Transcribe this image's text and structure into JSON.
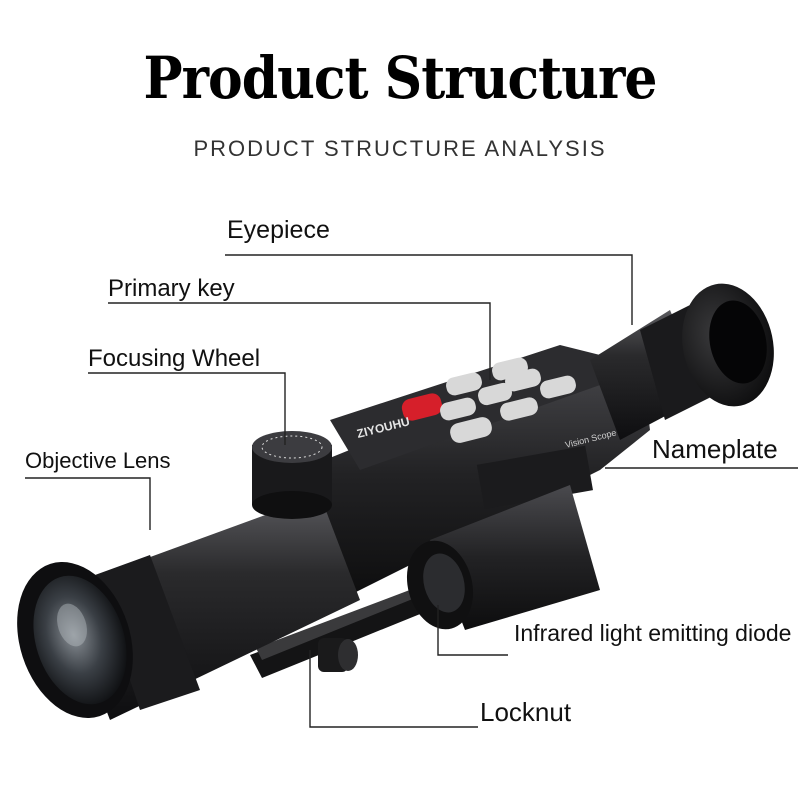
{
  "header": {
    "title": "Product Structure",
    "subtitle": "PRODUCT STRUCTURE ANALYSIS"
  },
  "product": {
    "brand_mark": "ZIYOUHU",
    "nameplate_text": "Vision Scope"
  },
  "callouts": [
    {
      "id": "eyepiece",
      "label": "Eyepiece"
    },
    {
      "id": "primary-key",
      "label": "Primary key"
    },
    {
      "id": "focusing-wheel",
      "label": "Focusing Wheel"
    },
    {
      "id": "objective-lens",
      "label": "Objective Lens"
    },
    {
      "id": "nameplate",
      "label": "Nameplate"
    },
    {
      "id": "ir-diode",
      "label": "Infrared light emitting diode"
    },
    {
      "id": "locknut",
      "label": "Locknut"
    }
  ],
  "colors": {
    "body": "#1c1c1e",
    "body_highlight": "#4a4a4e",
    "button": "#d8d8d8",
    "power_button": "#d61f2a",
    "leader_line": "#222222"
  }
}
